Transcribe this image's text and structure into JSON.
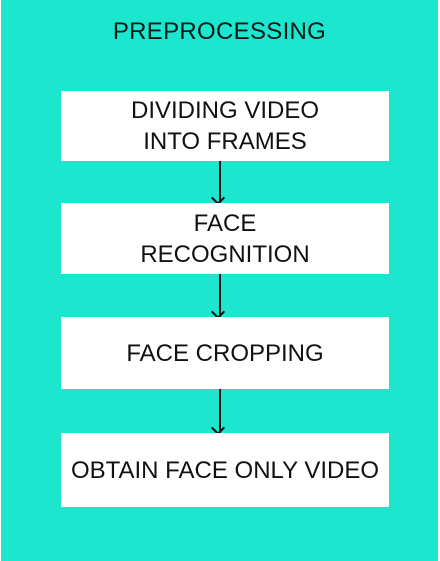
{
  "diagram": {
    "title": "PREPROCESSING",
    "background_color": "#1CE6CD",
    "box_color": "#FFFFFF",
    "steps": [
      {
        "lines": [
          "DIVIDING VIDEO",
          "INTO FRAMES"
        ]
      },
      {
        "lines": [
          "FACE",
          "RECOGNITION"
        ]
      },
      {
        "lines": [
          "FACE CROPPING"
        ]
      },
      {
        "lines": [
          "OBTAIN FACE ONLY VIDEO"
        ]
      }
    ],
    "connectors": [
      {
        "from": 0,
        "to": 1
      },
      {
        "from": 1,
        "to": 2
      },
      {
        "from": 2,
        "to": 3
      }
    ]
  }
}
